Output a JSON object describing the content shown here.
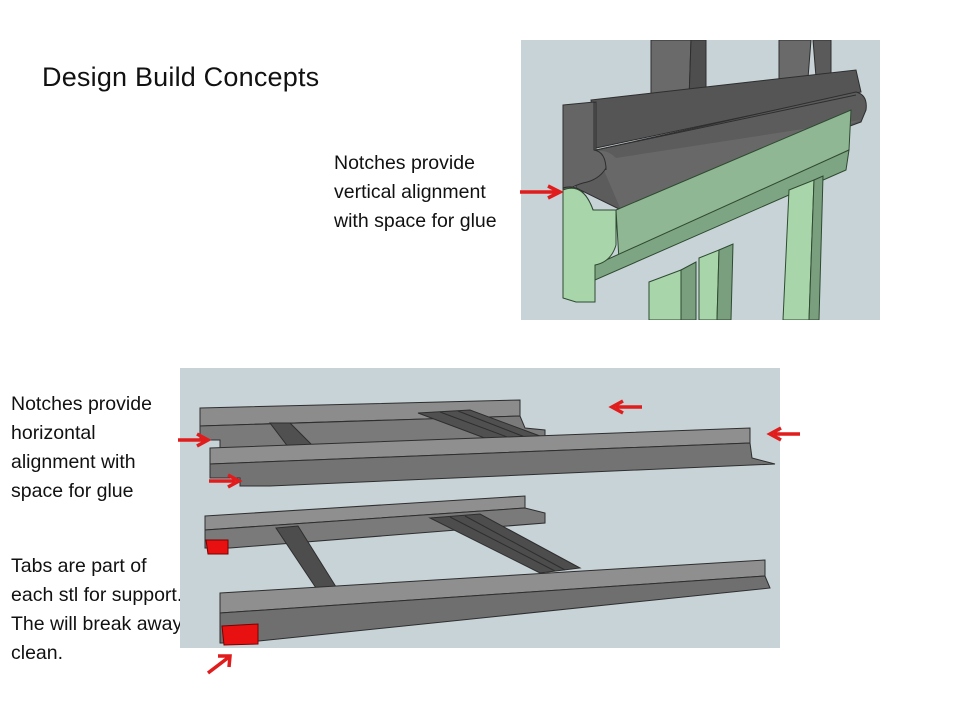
{
  "slide": {
    "title": "Design Build Concepts",
    "captions": {
      "vertical": "Notches provide\nvertical alignment\nwith space for glue",
      "horizontal": "Notches provide\nhorizontal\nalignment with\nspace for glue",
      "tabs": "Tabs are part of\neach stl for support.\nThe will break away\nclean."
    },
    "images": {
      "top": "3D render of stacked window frame sections with vertical alignment notch (dark grey upper part on light green lower part)",
      "bottom": "3D render of two frame sections showing horizontal alignment notches and red break-away support tabs"
    },
    "icons": {
      "arrow": "red-arrow-icon"
    },
    "colors": {
      "arrow": "#e01c1c",
      "render_background": "#c8d3d7",
      "dark_part": "#5a5a5a",
      "green_part": "#a6d3a8",
      "grey_part": "#8a8a8a",
      "tab": "#e81010"
    }
  }
}
